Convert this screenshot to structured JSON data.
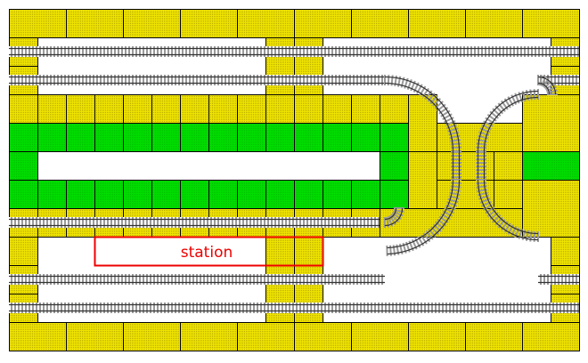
{
  "station": {
    "label": "station"
  },
  "colors": {
    "background": "#ffffff",
    "baseplate_yellow": "#f0e400",
    "baseplate_green": "#00dd00",
    "stud_dot": "#8a7e00",
    "grid_line": "#000000",
    "sleeper": "#9a9a9a",
    "rail": "#333333",
    "station_outline": "#ee0000"
  },
  "icons": [
    "baseplate-tile",
    "straight-track",
    "curved-track",
    "station-marker"
  ]
}
